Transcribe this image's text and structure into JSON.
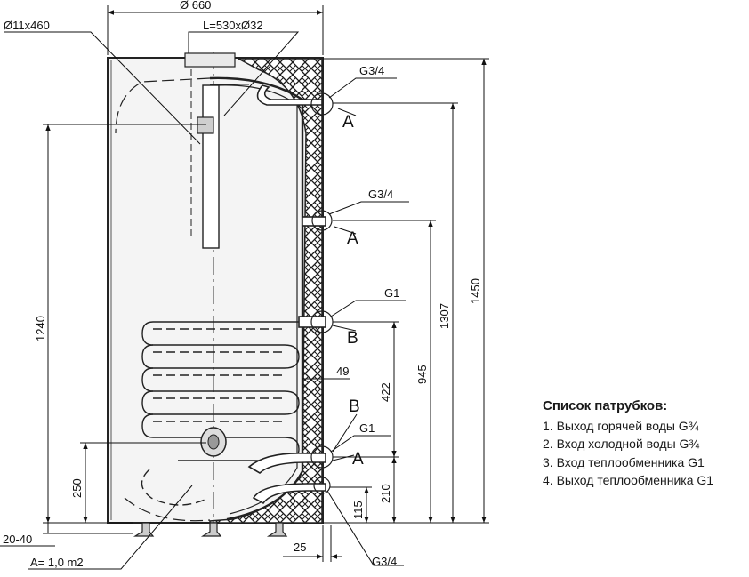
{
  "dimensions": {
    "diameter": "Ø  660",
    "rod": "Ø11x460",
    "tube": "L=530xØ32",
    "h1450": "1450",
    "h1307": "1307",
    "h1240": "1240",
    "h945": "945",
    "h422": "422",
    "h250": "250",
    "h210": "210",
    "h115": "115",
    "w49": "49",
    "w25": "25",
    "feet": "20-40",
    "area": "A= 1,0 m2"
  },
  "connections": {
    "g34_top": "G3/4",
    "g34_mid": "G3/4",
    "g1_upper": "G1",
    "g1_lower": "G1",
    "g34_bottom": "G3/4"
  },
  "detail_marks": {
    "a1": "A",
    "a2": "A",
    "b1": "B",
    "b2": "B",
    "a3": "A"
  },
  "legend": {
    "title": "Список патрубков:",
    "items": [
      "1. Выход горячей воды G¾",
      "2. Вход холодной воды G¾",
      "3. Вход теплообменника G1",
      "4. Выход теплообменника G1"
    ]
  }
}
